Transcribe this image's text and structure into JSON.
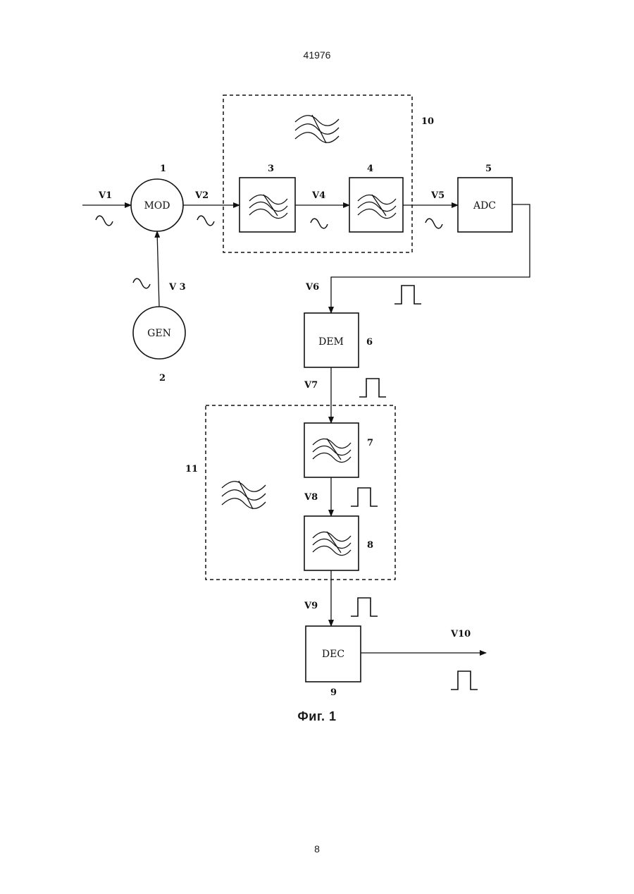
{
  "header": {
    "document_number": "41976"
  },
  "blocks": {
    "mod": {
      "label": "MOD",
      "number": "1"
    },
    "gen": {
      "label": "GEN",
      "number": "2"
    },
    "filter3": {
      "number": "3"
    },
    "filter4": {
      "number": "4"
    },
    "adc": {
      "label": "ADC",
      "number": "5"
    },
    "dem": {
      "label": "DEM",
      "number": "6"
    },
    "filter7": {
      "number": "7"
    },
    "filter8": {
      "number": "8"
    },
    "dec": {
      "label": "DEC",
      "number": "9"
    },
    "group10": {
      "number": "10"
    },
    "group11": {
      "number": "11"
    }
  },
  "signals": {
    "v1": "V1",
    "v2": "V2",
    "v3": "V 3",
    "v4": "V4",
    "v5": "V5",
    "v6": "V6",
    "v7": "V7",
    "v8": "V8",
    "v9": "V9",
    "v10": "V10"
  },
  "caption": "Фиг. 1",
  "footer": {
    "page_number": "8"
  },
  "colors": {
    "ink": "#111111",
    "background": "#ffffff"
  },
  "icons": [
    "filter-symbol-icon",
    "sine-wave-icon",
    "square-pulse-icon",
    "arrowhead-icon"
  ]
}
